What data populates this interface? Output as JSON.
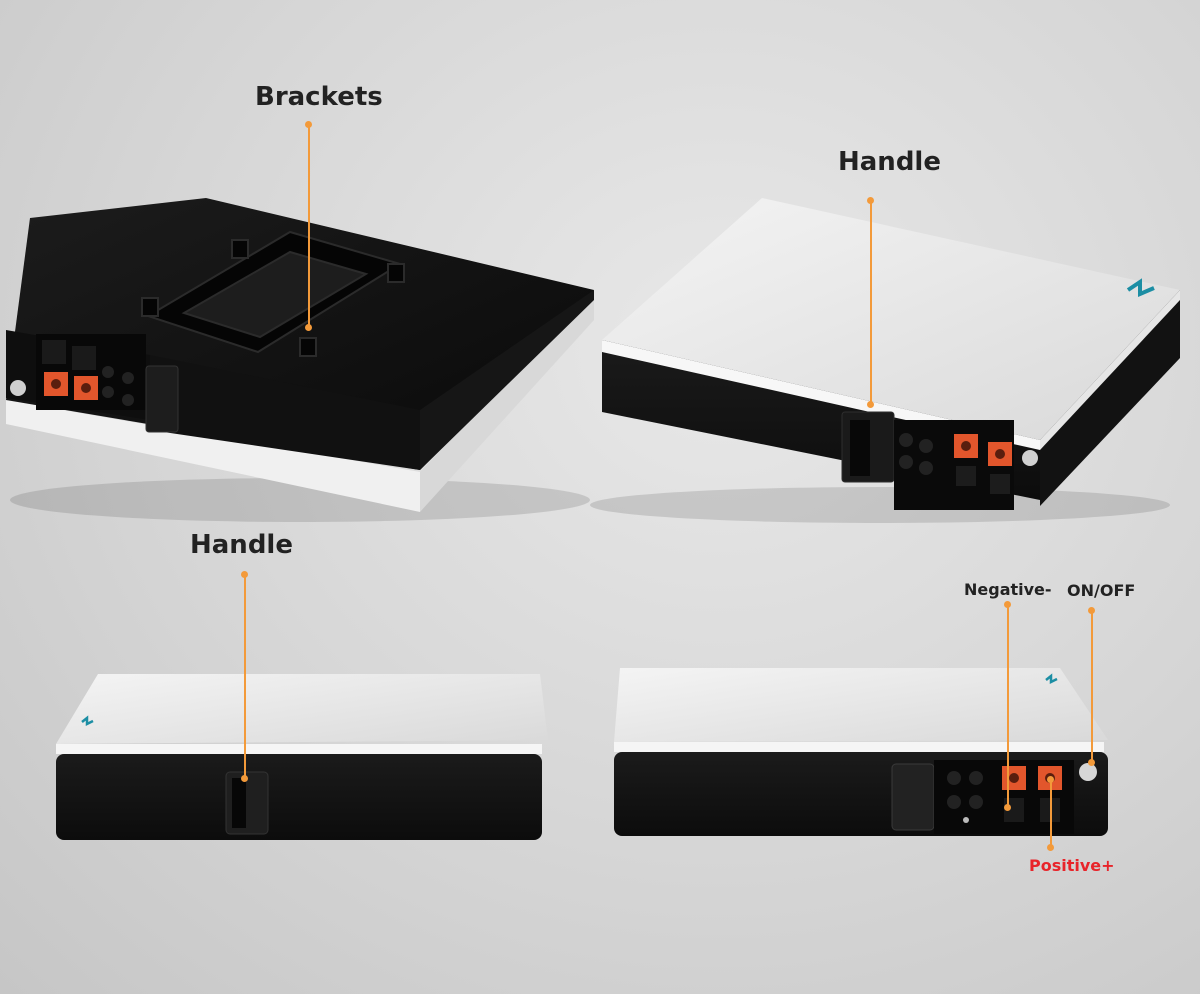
{
  "labels": {
    "brackets": "Brackets",
    "handle_top": "Handle",
    "handle_bottom": "Handle",
    "negative": "Negative-",
    "onoff": "ON/OFF",
    "positive": "Positive+"
  },
  "colors": {
    "leader": "#f39a3a",
    "label": "#222222",
    "positive_label": "#e8242a",
    "battery_black": "#141414",
    "battery_white": "#eeeeee",
    "terminal_orange": "#e2562c",
    "logo_teal": "#1c8ea4"
  }
}
